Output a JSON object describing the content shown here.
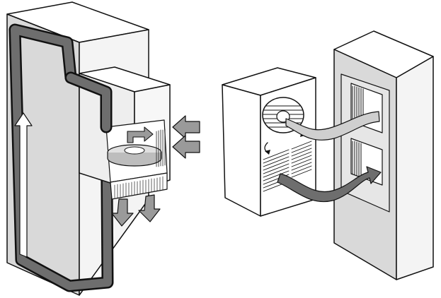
{
  "colors": {
    "cabinet_face": "#d9d9d9",
    "cabinet_side": "#f4f4f4",
    "cabinet_top": "#ffffff",
    "outline": "#111111",
    "duct_dark": "#555555",
    "duct_light": "#cfcfcf",
    "arrow_fill": "#9a9a9a",
    "unit_face": "#ffffff",
    "fin_lines": "#222222"
  },
  "icons": {
    "airflow": "curved-arrow",
    "intake": "block-arrow-left",
    "exhaust": "block-arrow-down",
    "rotation": "circular-arrow"
  }
}
